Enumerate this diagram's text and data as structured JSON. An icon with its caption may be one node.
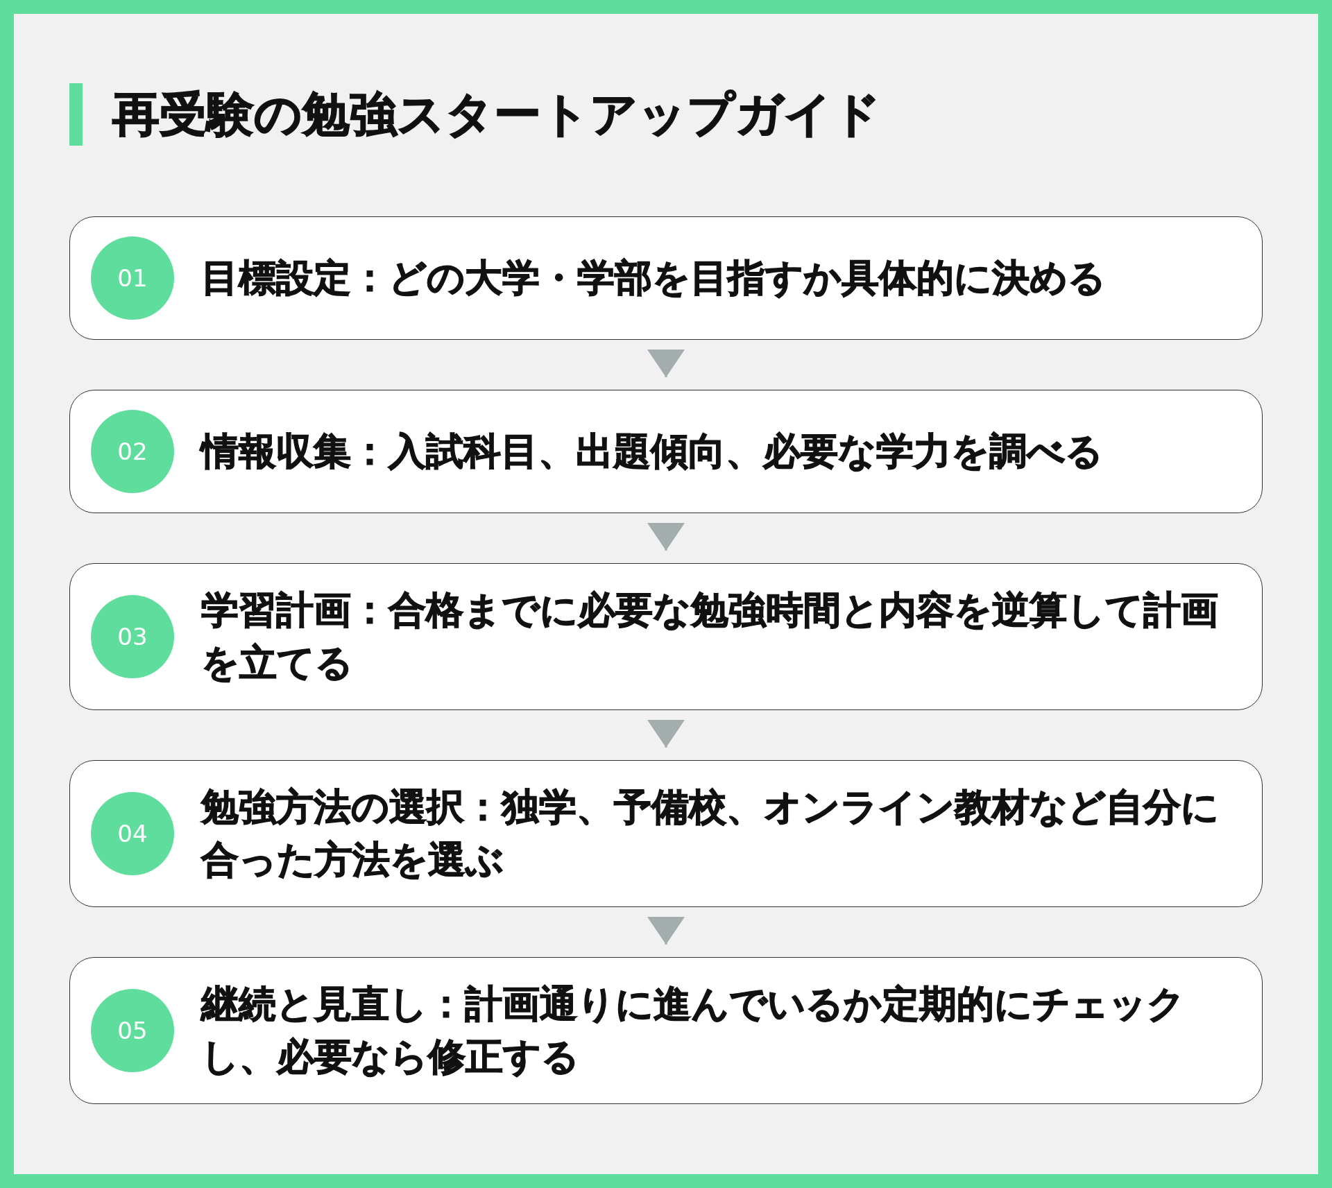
{
  "diagram": {
    "title": "再受験の勉強スタートアップガイド",
    "nodes": [
      {
        "text": [
          "目標設定：どの大学・学部を目指すか具体的に決める"
        ]
      },
      {
        "text": [
          "01"
        ],
        "in": 0
      },
      {
        "text": [
          "情報収集：入試科目、出題傾向、必要な学力を調べる"
        ]
      },
      {
        "text": [
          "02"
        ],
        "in": 2
      },
      {
        "text": [
          "学習計画：合格までに必要な勉強時間と内容を逆算して計画を立てる"
        ]
      },
      {
        "text": [
          "03"
        ],
        "in": 4
      },
      {
        "text": [
          "勉強方法の選択：独学、予備校、オンライン教材など自分に合った方法を選ぶ"
        ]
      },
      {
        "text": [
          "04"
        ],
        "in": 6
      },
      {
        "text": [
          "継続と見直し：計画通りに進んでいるか定期的にチェックし、必要なら修正する"
        ]
      },
      {
        "text": [
          "05"
        ],
        "in": 8
      }
    ],
    "edges": [
      {
        "from": 0,
        "to": 2,
        "arrow": "to"
      },
      {
        "from": 2,
        "to": 4,
        "arrow": "to"
      },
      {
        "from": 4,
        "to": 6,
        "arrow": "to"
      },
      {
        "from": 6,
        "to": 8,
        "arrow": "to"
      }
    ]
  }
}
